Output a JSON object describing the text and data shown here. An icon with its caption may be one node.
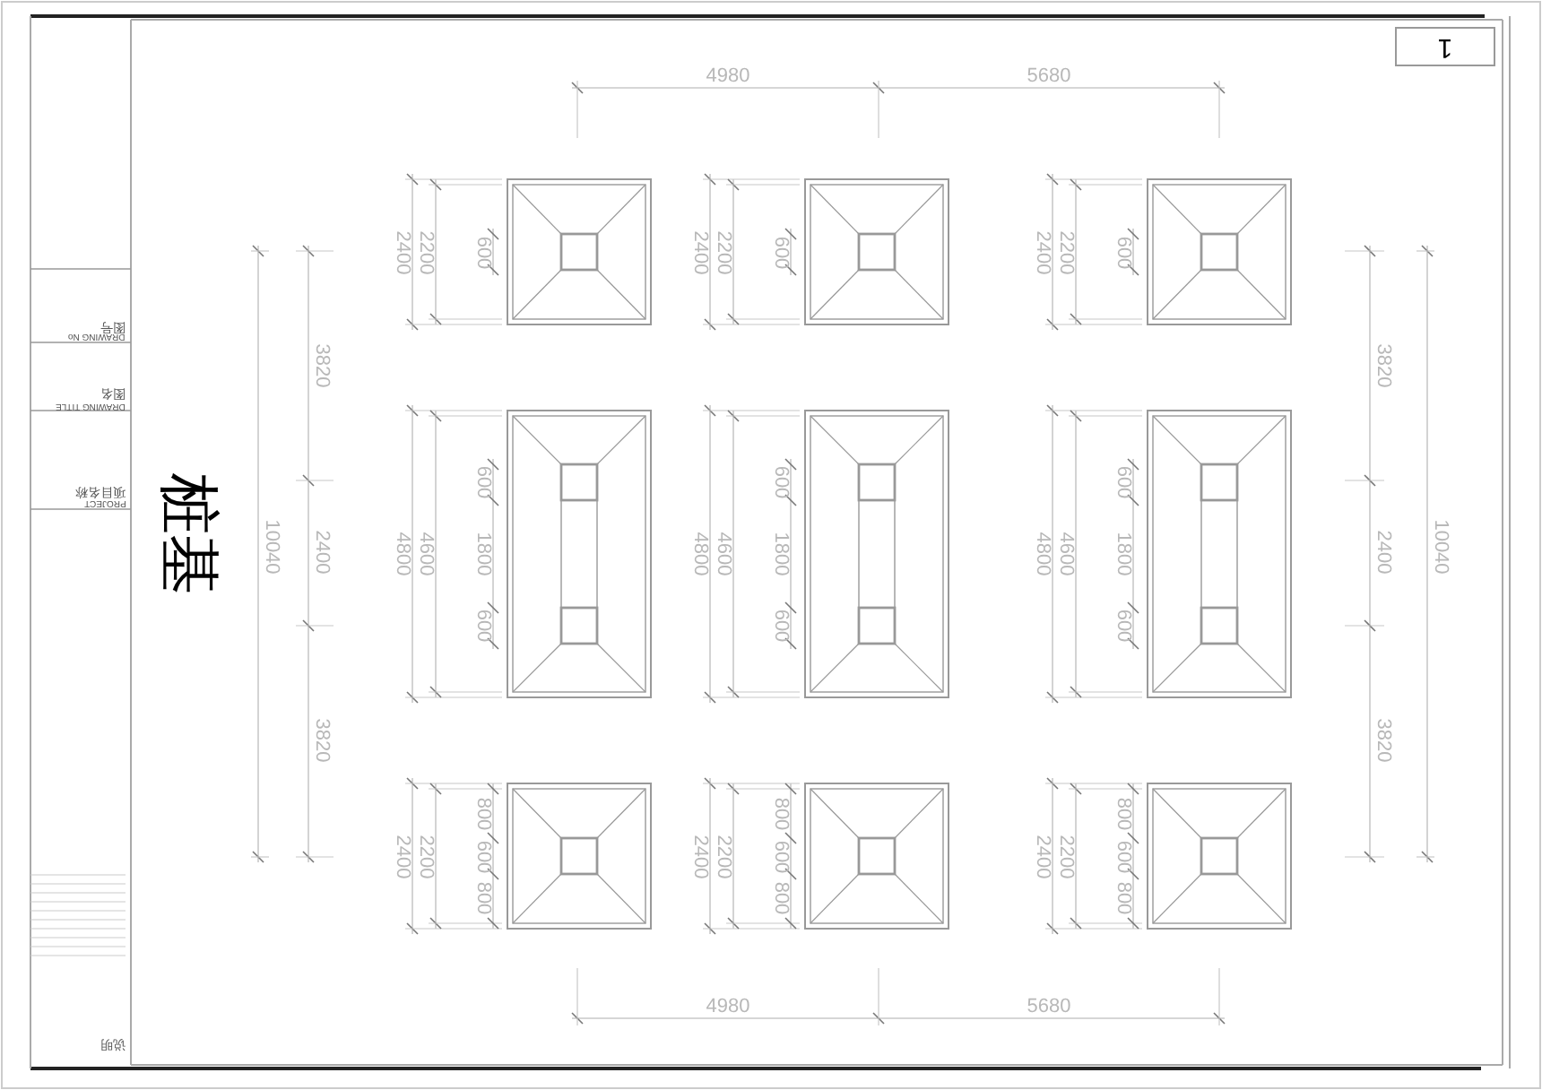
{
  "diagram": {
    "title": "桩基",
    "labels": [
      "1",
      "4980",
      "5680",
      "2400",
      "2200",
      "600",
      "2400",
      "2200",
      "600",
      "2400",
      "2200",
      "600",
      "4800",
      "4600",
      "600",
      "1800",
      "600",
      "4800",
      "4600",
      "600",
      "1800",
      "600",
      "4800",
      "4600",
      "600",
      "1800",
      "600",
      "2400",
      "2200",
      "800",
      "600",
      "800",
      "2400",
      "2200",
      "800",
      "600",
      "800",
      "2400",
      "2200",
      "800",
      "600",
      "800",
      "3820",
      "2400",
      "3820",
      "10040",
      "3820",
      "2400",
      "3820",
      "10040",
      "4980",
      "5680",
      "图号",
      "DRAWING No",
      "图名",
      "DRAWING TITLE",
      "项目名称",
      "PROJECT",
      "说明"
    ]
  }
}
